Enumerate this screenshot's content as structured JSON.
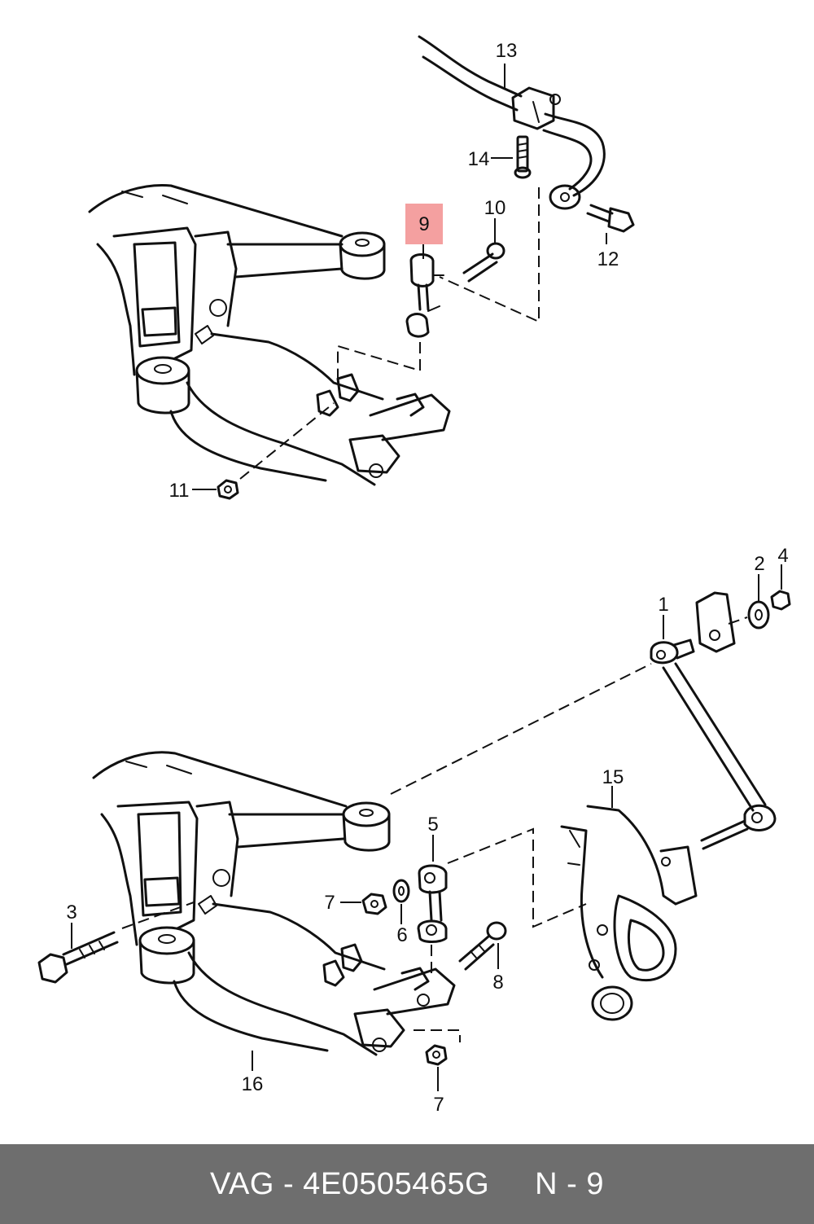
{
  "footer": {
    "part_label": "VAG - 4E0505465G",
    "ref_label": "N - 9"
  },
  "callouts": {
    "c1": "1",
    "c2": "2",
    "c3": "3",
    "c4": "4",
    "c5": "5",
    "c6": "6",
    "c7a": "7",
    "c7b": "7",
    "c8": "8",
    "c9": "9",
    "c10": "10",
    "c11": "11",
    "c12": "12",
    "c13": "13",
    "c14": "14",
    "c15": "15",
    "c16": "16"
  },
  "colors": {
    "highlight": "#f4a0a0",
    "footer_bg": "#6e6e6e",
    "footer_text": "#ffffff"
  }
}
